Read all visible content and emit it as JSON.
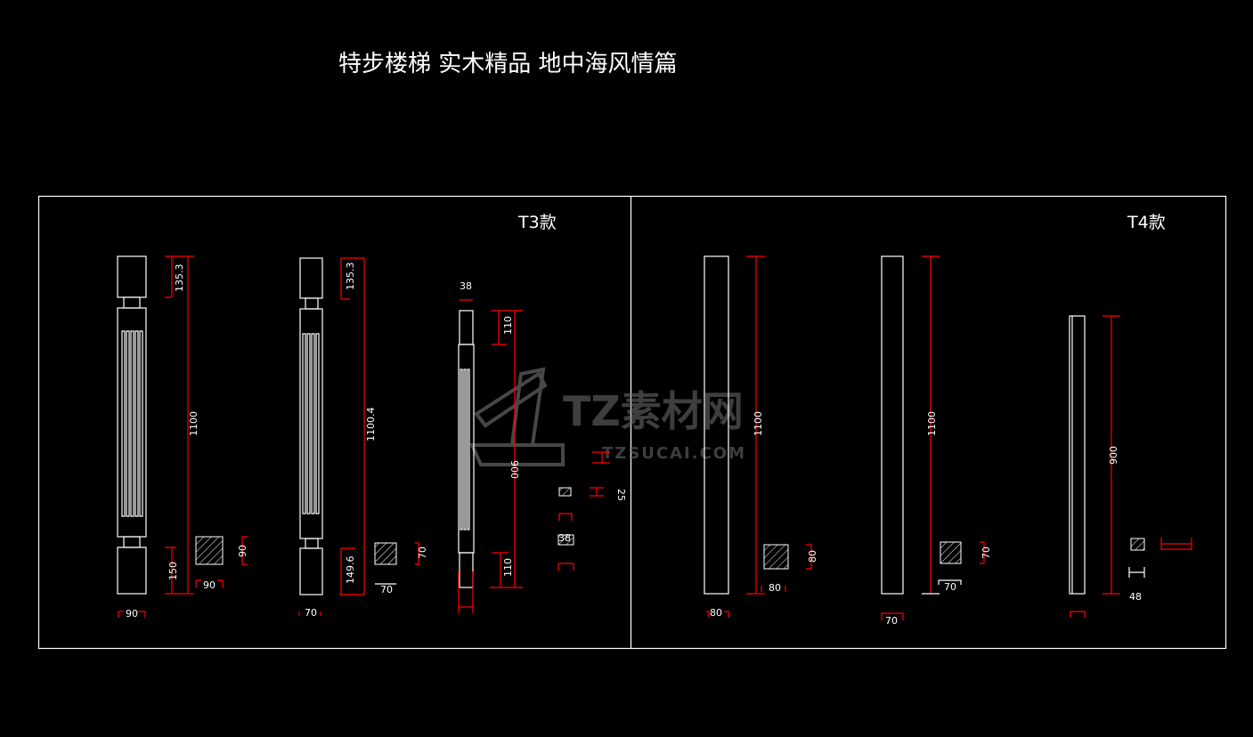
{
  "title": "特步楼梯  实木精品  地中海风情篇",
  "sections": [
    {
      "label": "T3款",
      "balusters": [
        {
          "top": "135.3",
          "total": "1100",
          "bottom": "150",
          "width": "90",
          "section_w": "90",
          "section_h": "90"
        },
        {
          "top": "135.3",
          "total": "1100.4",
          "bottom": "149.6",
          "width": "70",
          "section_w": "70",
          "section_h": "70"
        },
        {
          "width": "38",
          "top": "110",
          "total": "900",
          "bottom": "110",
          "detail": "25",
          "detail_small": "38"
        }
      ]
    },
    {
      "label": "T4款",
      "balusters": [
        {
          "total": "1100",
          "width": "80",
          "section_w": "80",
          "section_h": "80"
        },
        {
          "total": "1100",
          "width": "70",
          "section_w": "70",
          "section_h": "70"
        },
        {
          "total": "900",
          "section_w": "48"
        }
      ]
    }
  ],
  "watermark": {
    "brand": "TZ素材网",
    "url": "TZSUCAI.COM"
  },
  "colors": {
    "background": "#000000",
    "geometry": "#ffffff",
    "dimension": "#ff0000"
  }
}
